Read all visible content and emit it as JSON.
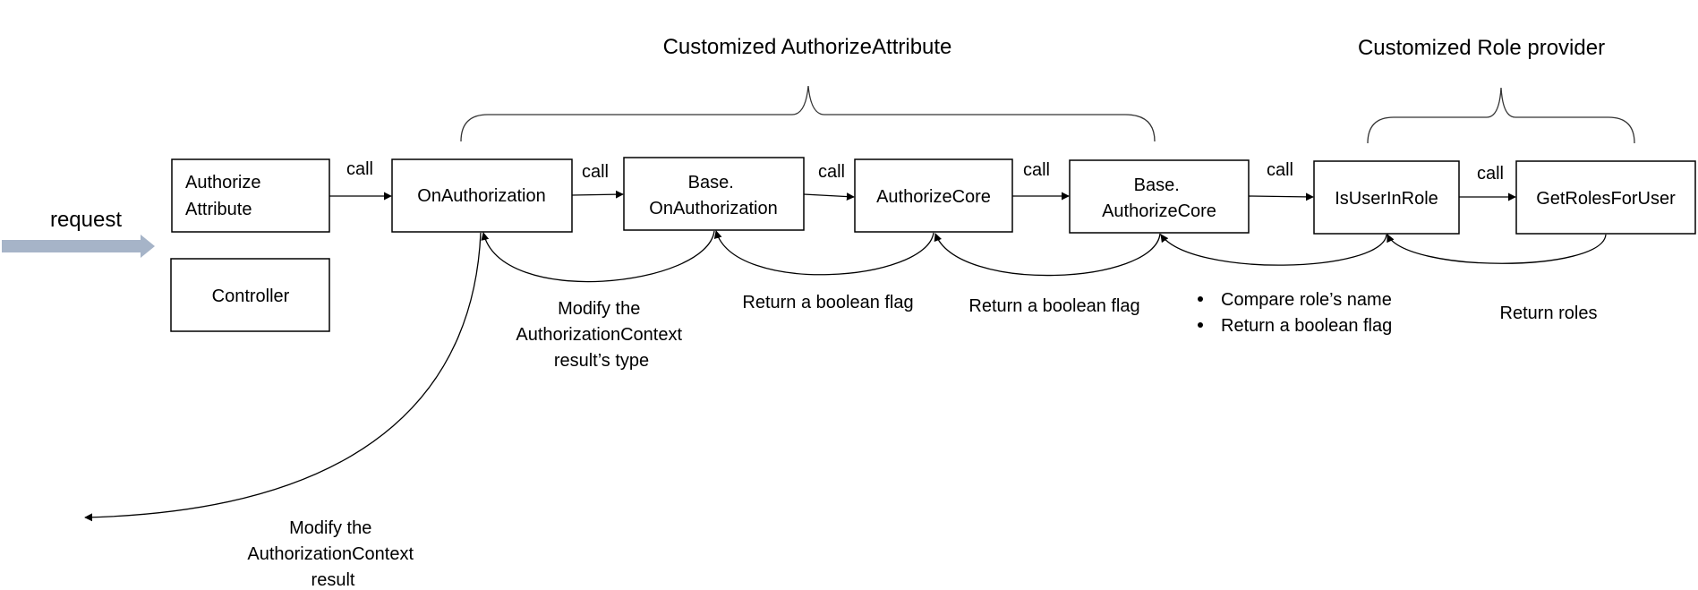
{
  "headers": {
    "authorize_attribute": "Customized AuthorizeAttribute",
    "role_provider": "Customized Role provider"
  },
  "request_label": "request",
  "call_label": "call",
  "boxes": {
    "authorize_attribute": [
      "Authorize",
      "Attribute"
    ],
    "controller": "Controller",
    "on_authorization": "OnAuthorization",
    "base_on_authorization": [
      "Base.",
      "OnAuthorization"
    ],
    "authorize_core": "AuthorizeCore",
    "base_authorize_core": [
      "Base.",
      "AuthorizeCore"
    ],
    "is_user_in_role": "IsUserInRole",
    "get_roles_for_user": "GetRolesForUser"
  },
  "returns": {
    "modify_result_type": [
      "Modify the",
      "AuthorizationContext",
      "result’s type"
    ],
    "return_flag_1": "Return a boolean flag",
    "return_flag_2": "Return a boolean flag",
    "bullets": [
      "Compare role’s name",
      "Return a boolean flag"
    ],
    "return_roles": "Return roles",
    "modify_result": [
      "Modify the",
      "AuthorizationContext",
      "result"
    ]
  }
}
